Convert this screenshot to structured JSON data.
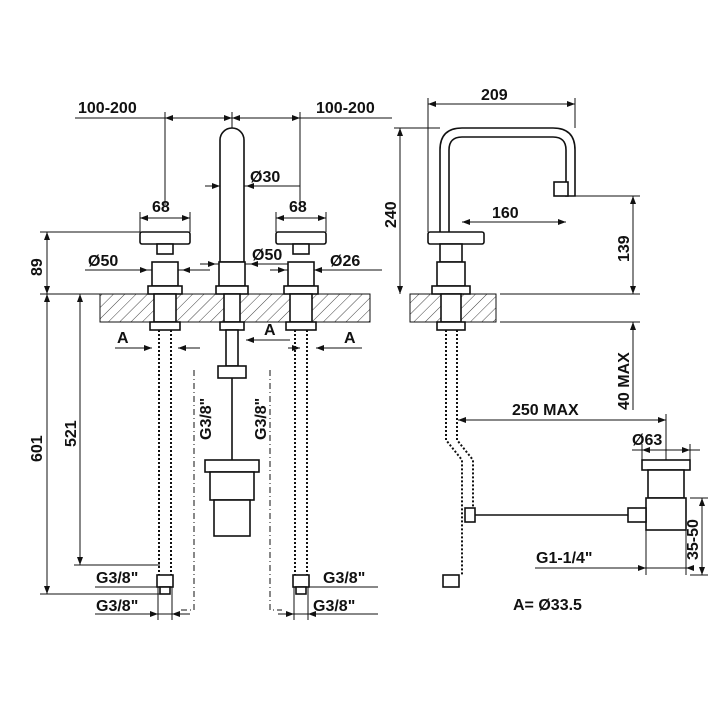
{
  "front_view": {
    "dim_left_spacing": "100-200",
    "dim_right_spacing": "100-200",
    "dim_left_handle_width": "68",
    "dim_right_handle_width": "68",
    "dim_spout_diameter": "Ø30",
    "dim_left_base_diameter": "Ø50",
    "dim_center_base_diameter": "Ø50",
    "dim_right_shank_diameter": "Ø26",
    "dim_handle_height": "89",
    "dim_total_height": "601",
    "dim_hose_length": "521",
    "label_a_left": "A",
    "label_a_center": "A",
    "label_a_right": "A",
    "thread_center_left": "G3/8\"",
    "thread_center_right": "G3/8\"",
    "thread_left_upper": "G3/8\"",
    "thread_left_lower": "G3/8\"",
    "thread_right_upper": "G3/8\"",
    "thread_right_lower": "G3/8\""
  },
  "side_view": {
    "dim_spout_reach": "209",
    "dim_spout_height": "240",
    "dim_spout_outlet": "160",
    "dim_outlet_height": "139",
    "dim_max_deck_thickness": "40 MAX",
    "dim_waste_reach": "250 MAX",
    "dim_waste_diameter": "Ø63",
    "dim_waste_height": "35-50",
    "waste_thread": "G1-1/4\"",
    "note_a": "A= Ø33.5"
  },
  "colors": {
    "line": "#111111",
    "background": "#ffffff"
  }
}
